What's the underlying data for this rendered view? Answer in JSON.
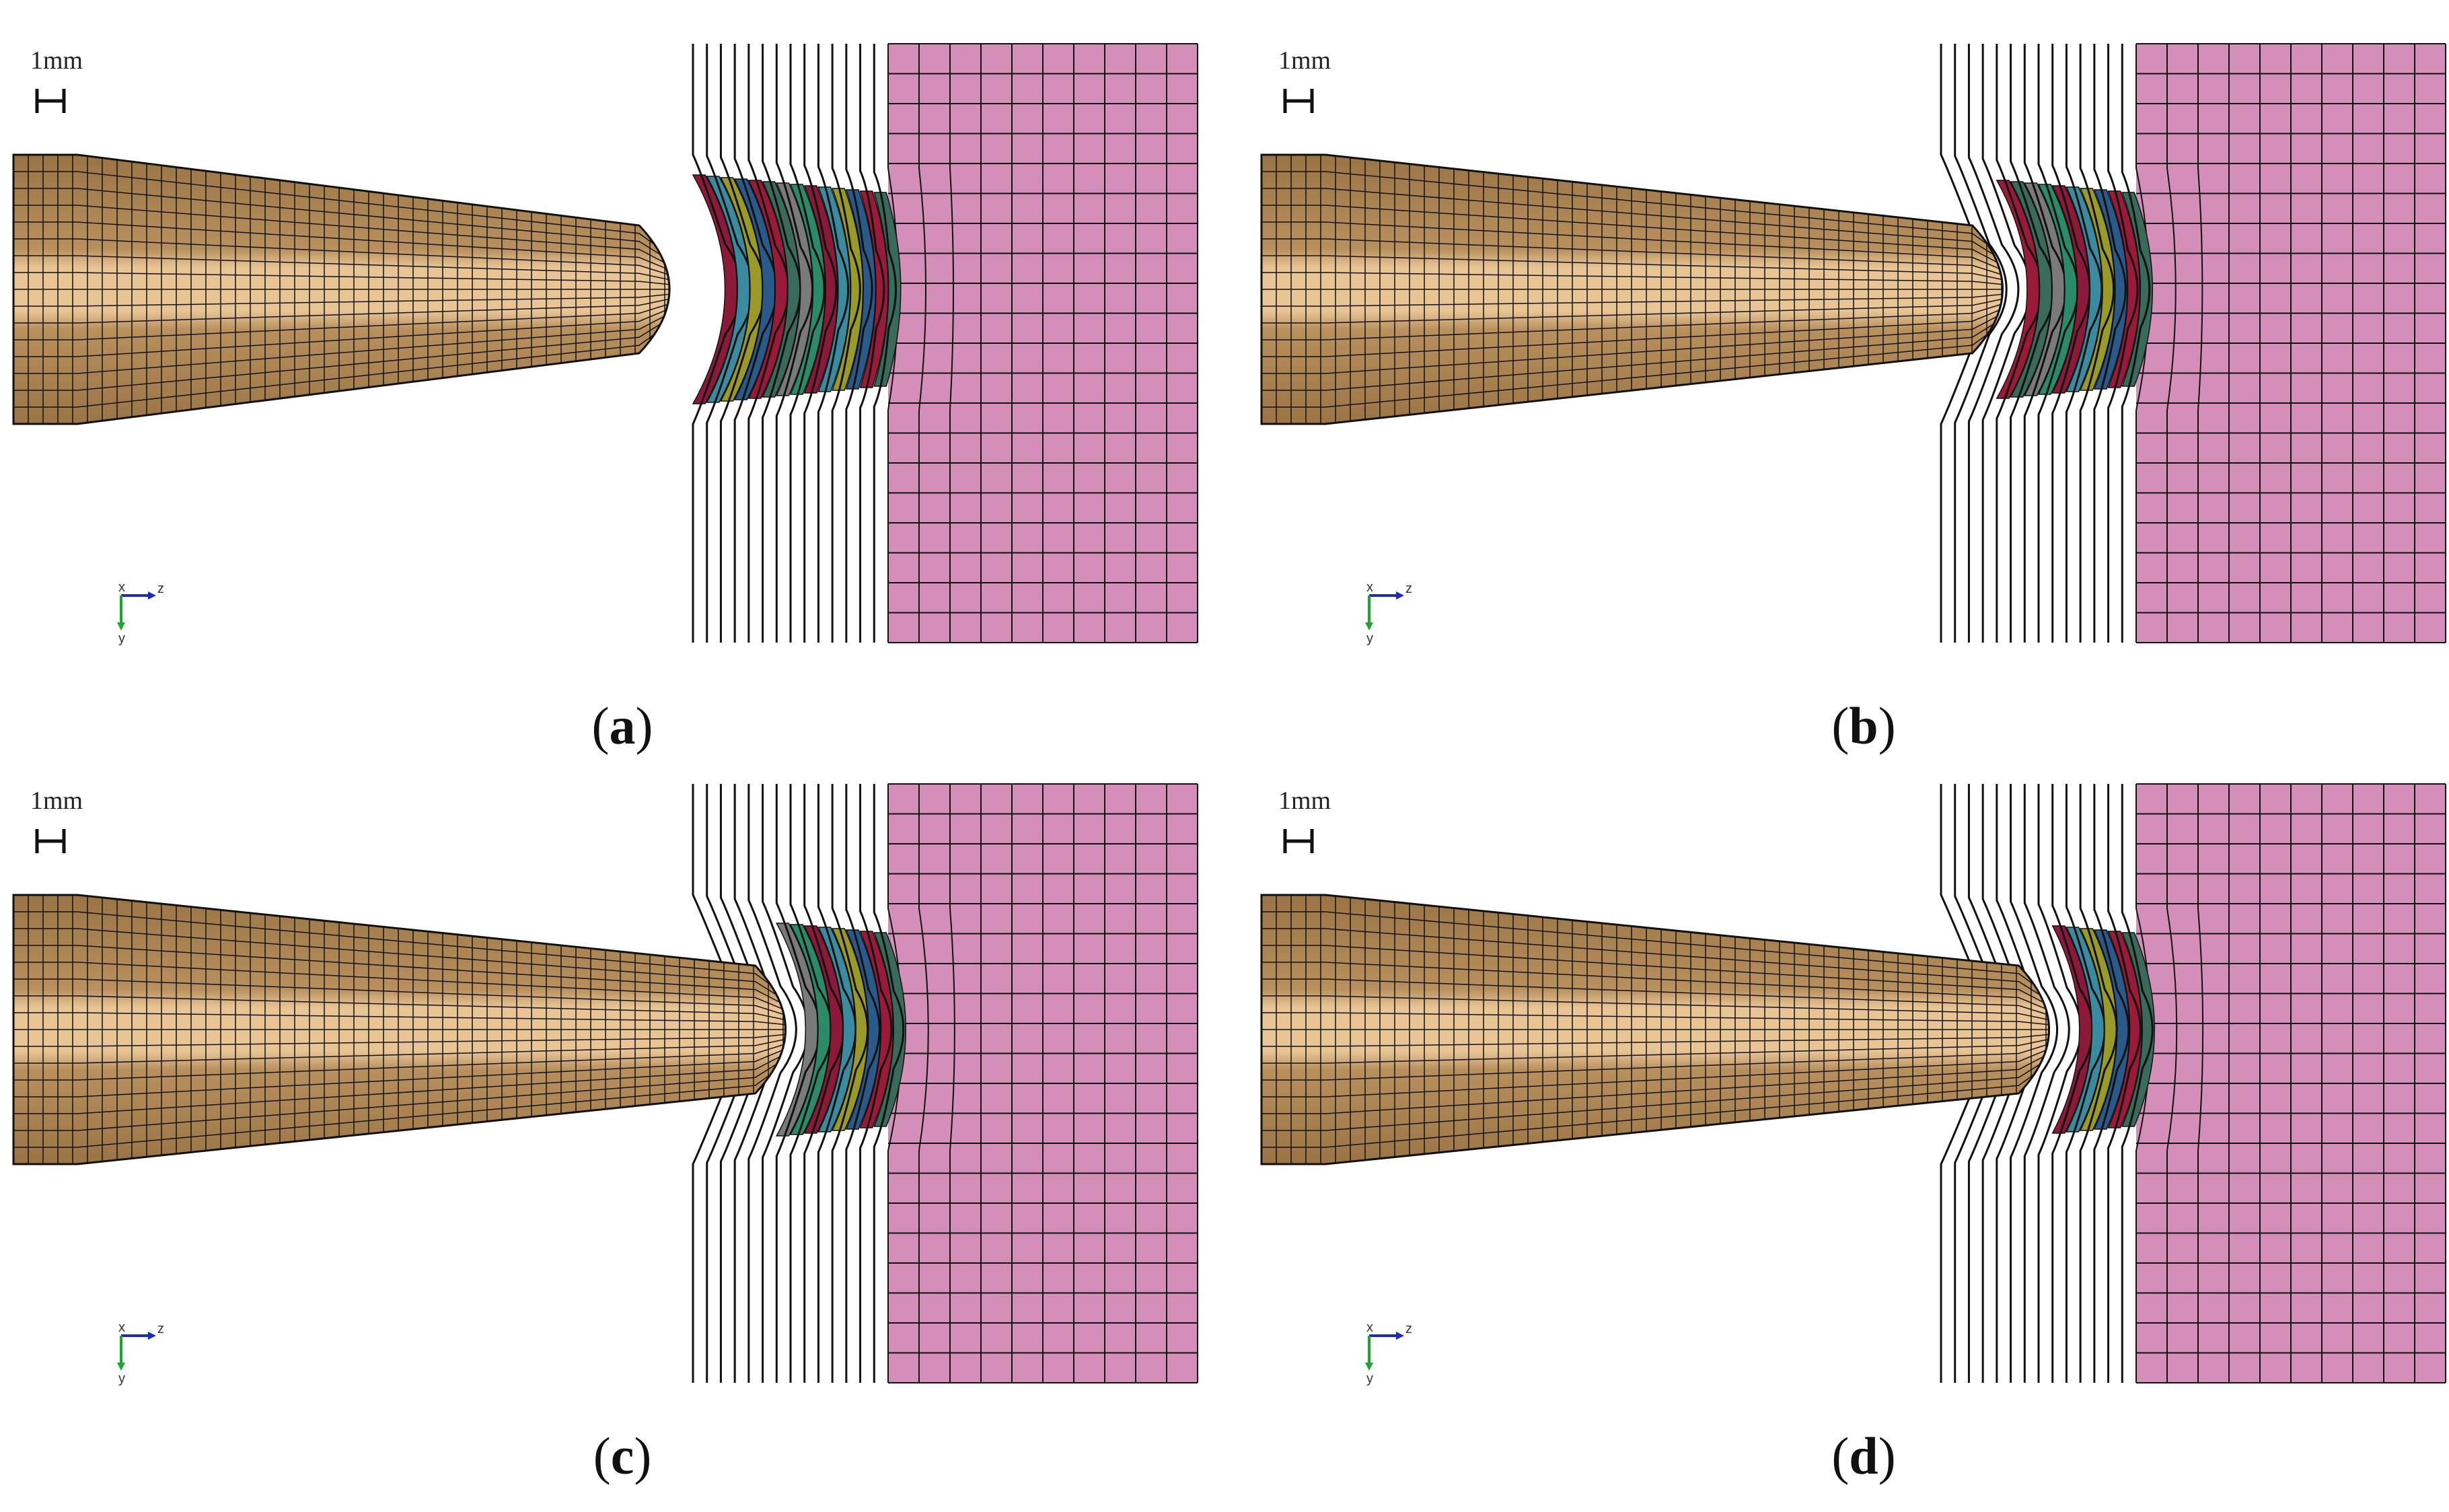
{
  "panels": [
    {
      "id": "a",
      "label": "a",
      "scale_text": "1mm",
      "axes": {
        "x": "x",
        "y": "y",
        "z": "z"
      },
      "penetration": 0.0
    },
    {
      "id": "b",
      "label": "b",
      "scale_text": "1mm",
      "axes": {
        "x": "x",
        "y": "y",
        "z": "z"
      },
      "penetration": 0.55
    },
    {
      "id": "c",
      "label": "c",
      "scale_text": "1mm",
      "axes": {
        "x": "x",
        "y": "y",
        "z": "z"
      },
      "penetration": 0.75
    },
    {
      "id": "d",
      "label": "d",
      "scale_text": "1mm",
      "axes": {
        "x": "x",
        "y": "y",
        "z": "z"
      },
      "penetration": 0.85
    }
  ],
  "colors": {
    "projectile_dark": "#9a7445",
    "projectile_mid": "#b8905e",
    "projectile_light": "#e9c596",
    "target_block": "#d48fb8",
    "plate_layers": [
      "#8b1a3a",
      "#3a8aa0",
      "#9a9a2a",
      "#2a5a8a",
      "#9a1a3a",
      "#3a6a5a",
      "#7a7a7a",
      "#2a8a6a"
    ],
    "mesh_line": "#111111",
    "axis_x": "#1a2ac8",
    "axis_y": "#1aa82a"
  }
}
